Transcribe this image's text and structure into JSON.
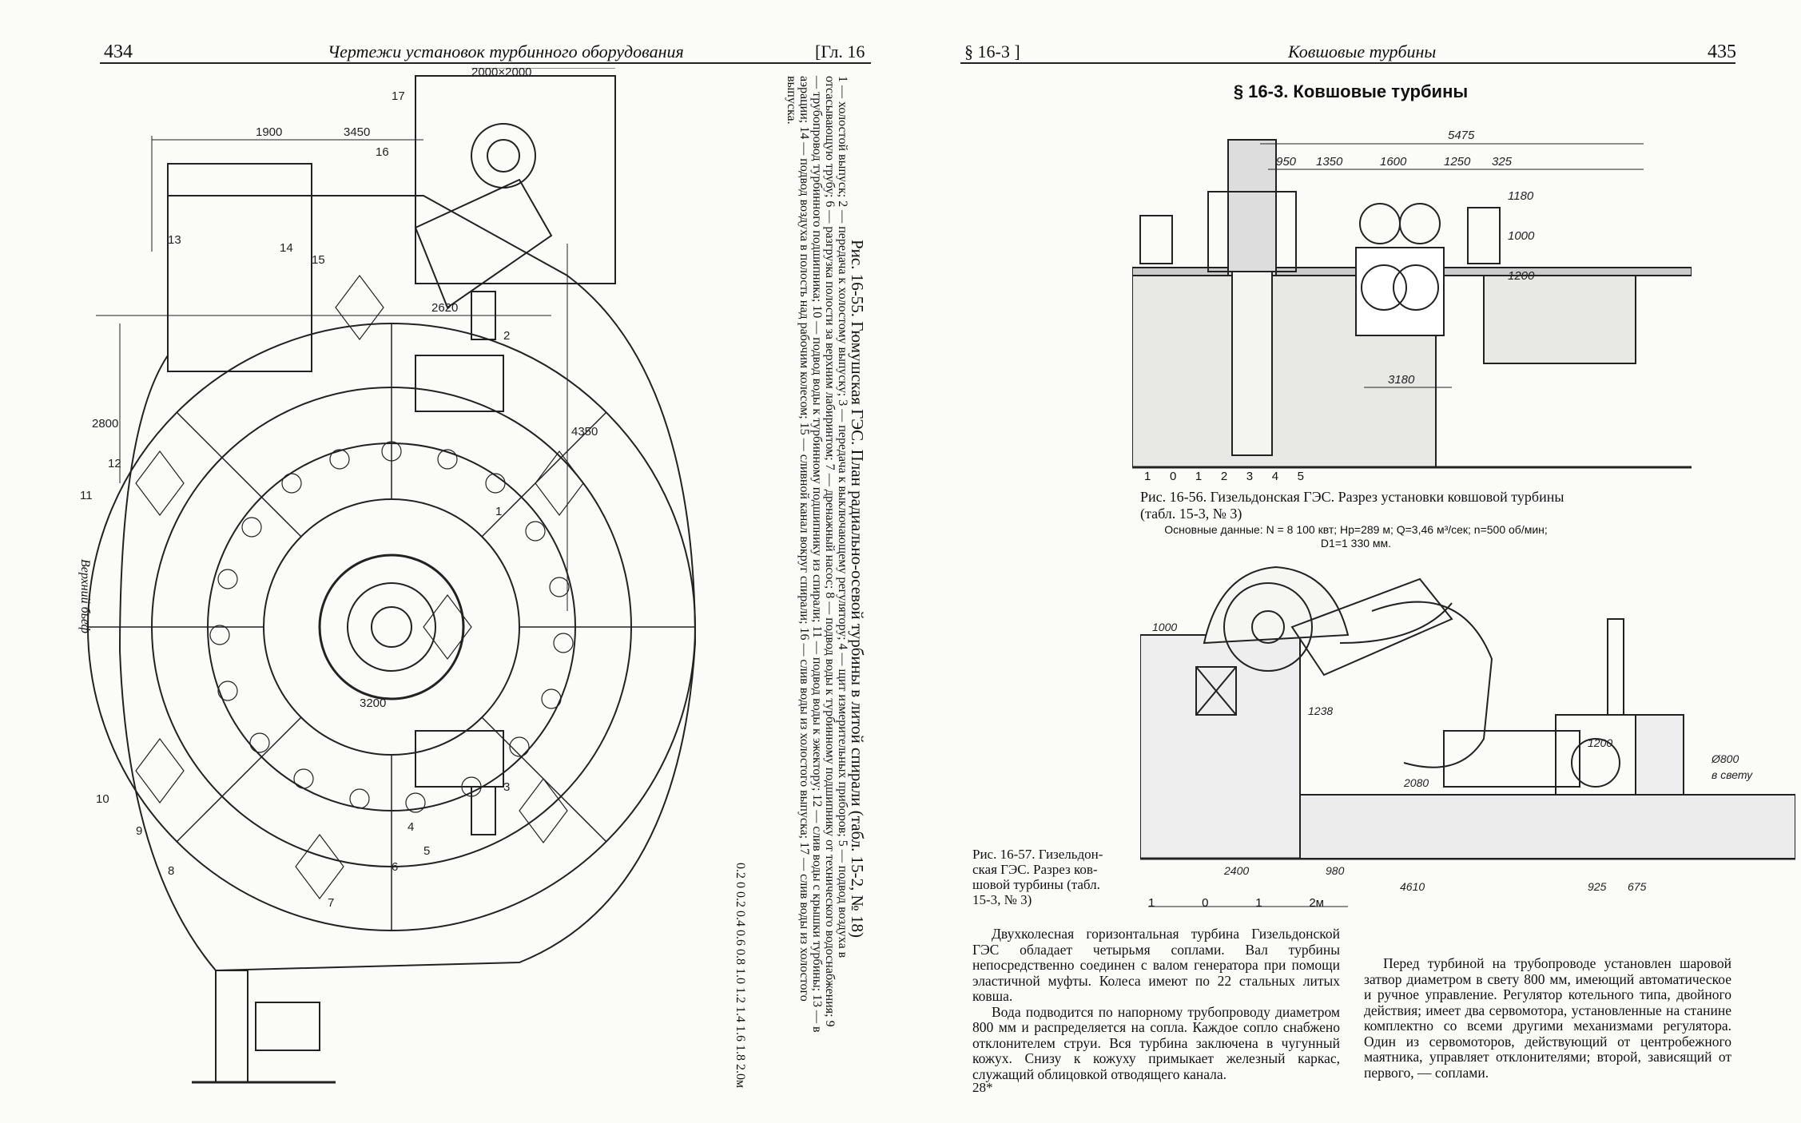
{
  "left_page": {
    "page_number": "434",
    "running_title": "Чертежи установок турбинного оборудования",
    "chapter_ref": "[Гл. 16",
    "figure": {
      "caption": "Рис. 16-55. Гюмушская ГЭС. План радиально-осевой турбины в литой спирали (табл. 15-2, № 18)",
      "legend": "1 — холостой выпуск; 2 — передача к холостому выпуску; 3 — передача к выключающему регулятору; 4 — щит измерительных приборов; 5 — подвод воздуха в отсасывающую трубу; 6 — разгрузка полости за верхним лабиринтом; 7 — дренажный насос; 8 — подвод воды к турбинному подшипнику от технического водоснабжения; 9 — трубопровод турбинного подшипника; 10 — подвод воды к турбинному подшипнику из спирали; 11 — подвод воды к эжектору; 12 — слив воды с крышки турбины; 13 — в аэрации; 14 — подвод воздуха в полость над рабочим колесом; 15 — сливной канал вокруг спирали; 16 — слив воды из холостого выпуска; 17 — слив воды из холостого выпуска.",
      "scale_label": "0.2 0 0.2 0.4 0.6 0.8 1.0 1.2 1.4 1.6 1.8 2.0м",
      "side_label": "Верхний бьеф",
      "dims": [
        "2000×2000",
        "1900",
        "3450",
        "2620",
        "4350",
        "2800",
        "3200"
      ],
      "callouts": [
        "1",
        "2",
        "3",
        "4",
        "5",
        "6",
        "7",
        "8",
        "9",
        "10",
        "11",
        "12",
        "13",
        "14",
        "15",
        "16",
        "17"
      ]
    }
  },
  "right_page": {
    "section_ref": "§ 16-3 ]",
    "running_title": "Ковшовые турбины",
    "page_number": "435",
    "section_title": "§ 16-3. Ковшовые турбины",
    "fig56": {
      "caption": "Рис. 16-56. Гизельдонская ГЭС. Разрез установки ковшовой турбины (табл. 15-3, № 3)",
      "data_line1": "Основные данные: N = 8 100 квт; Hp=289 м; Q=3,46 м³/сек; n=500 об/мин;",
      "data_line2": "D1=1 330 мм.",
      "dims": [
        "5475",
        "950",
        "1350",
        "1600",
        "1250",
        "325",
        "1180",
        "1000",
        "1200",
        "3180"
      ],
      "scale_ticks": [
        "1",
        "0",
        "1",
        "2",
        "3",
        "4",
        "5"
      ]
    },
    "fig57": {
      "caption_lines": [
        "Рис. 16-57. Гизельдон-",
        "ская ГЭС. Разрез ков-",
        "шовой турбины (табл.",
        "15-3, № 3)"
      ],
      "dims": [
        "1000",
        "1238",
        "2080",
        "1200",
        "2400",
        "980",
        "4610",
        "925",
        "675",
        "Ø800",
        "в свету"
      ],
      "scale_ticks": [
        "1",
        "0",
        "1",
        "2м"
      ]
    },
    "text_left": [
      "Двухколесная горизонтальная турбина Гизельдонской ГЭС обладает четырьмя соплами. Вал турбины непосредственно соединен с валом генератора при помощи эластичной муфты. Колеса имеют по 22 стальных литых ковша.",
      "Вода подводится по напорному трубопроводу диаметром 800 мм и распределяется на сопла. Каждое сопло снабжено отклонителем струи. Вся турбина заключена в чугунный кожух. Снизу к кожуху примыкает железный каркас, служащий облицовкой отводящего канала."
    ],
    "text_right": [
      "Перед турбиной на трубопроводе установлен шаровой затвор диаметром в свету 800 мм, имеющий автоматическое и ручное управление. Регулятор котельного типа, двойного действия; имеет два сервомотора, установленные на станине комплектно со всеми другими механизмами регулятора. Один из сервомоторов, действующий от центробежного маятника, управляет отклонителями; второй, зависящий от первого, — соплами."
    ],
    "signature": "28*"
  }
}
